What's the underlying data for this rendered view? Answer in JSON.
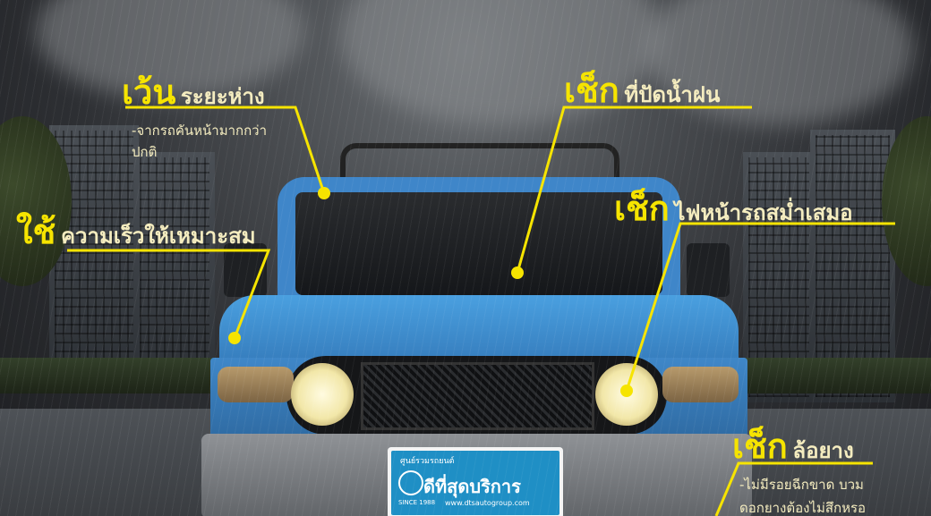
{
  "annotations": {
    "distance": {
      "keyword": "เว้น",
      "topic": "ระยะห่าง",
      "note_line1": "-จากรถคันหน้ามากกว่า",
      "note_line2": "ปกติ"
    },
    "speed": {
      "keyword": "ใช้",
      "topic": "ความเร็วให้เหมาะสม"
    },
    "wiper": {
      "keyword": "เช็ก",
      "topic": "ที่ปัดน้ำฝน"
    },
    "headlight": {
      "keyword": "เช็ก",
      "topic": "ไฟหน้ารถสม่ำเสมอ"
    },
    "tires": {
      "keyword": "เช็ก",
      "topic": "ล้อยาง",
      "note_line1": "-ไม่มีรอยฉีกขาด บวม",
      "note_line2": "ดอกยางต้องไม่สึกหรอ"
    }
  },
  "plate": {
    "heading": "ศูนย์รวมรถยนต์",
    "brand": "ดีที่สุดบริการ",
    "since": "SINCE 1988",
    "url": "www.dtsautogroup.com"
  },
  "colors": {
    "accent": "#f6e400",
    "car_body": "#3f86c9"
  }
}
